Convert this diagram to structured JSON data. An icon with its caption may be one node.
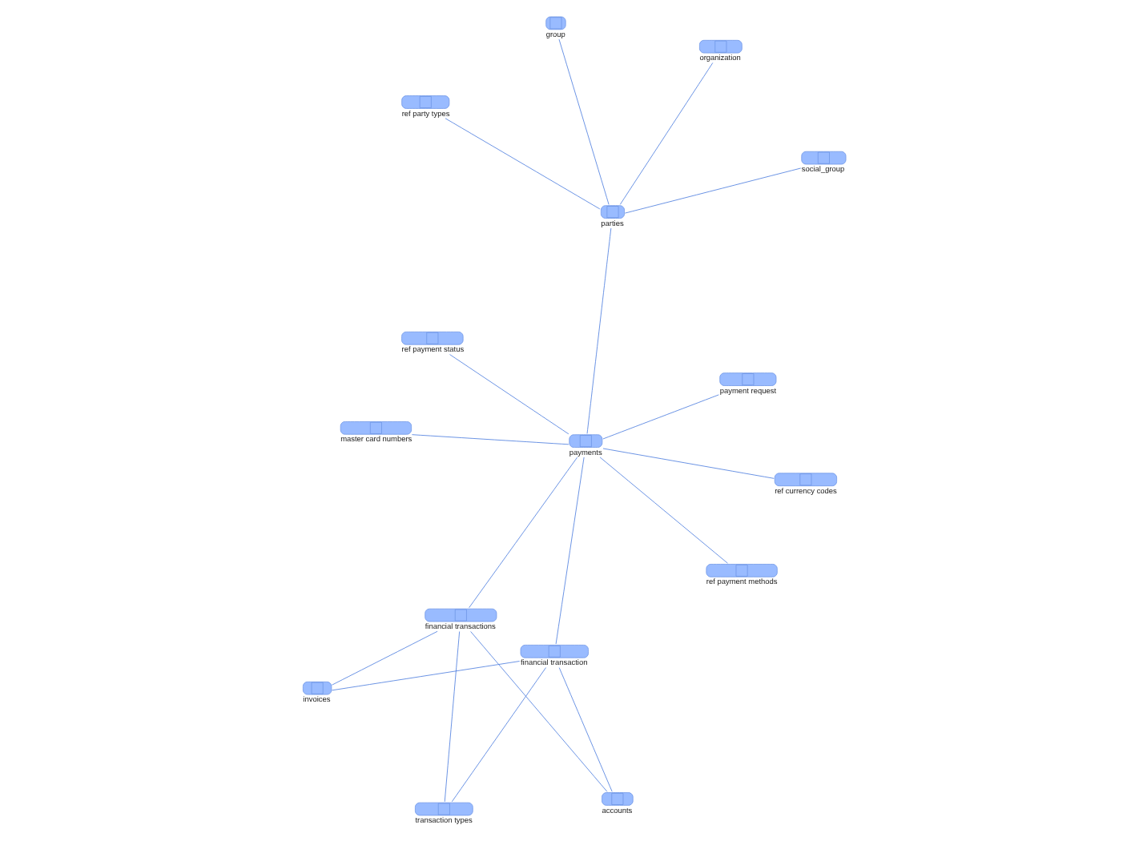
{
  "diagram": {
    "nodes": [
      {
        "text": [
          "master card numbers"
        ]
      },
      {
        "text": [
          "payment request"
        ]
      },
      {
        "text": [
          "invoices"
        ]
      },
      {
        "text": [
          "ref payment status"
        ]
      },
      {
        "text": [
          "accounts"
        ]
      },
      {
        "text": [
          "financial transactions"
        ]
      },
      {
        "text": [
          "payments"
        ]
      },
      {
        "text": [
          "ref currency codes"
        ]
      },
      {
        "text": [
          "financial transaction"
        ]
      },
      {
        "text": [
          "transaction types"
        ]
      },
      {
        "text": [
          "ref payment methods"
        ]
      },
      {
        "text": [
          "parties"
        ]
      },
      {
        "text": [
          "social_group"
        ]
      },
      {
        "text": [
          "group"
        ]
      },
      {
        "text": [
          "ref party types"
        ]
      },
      {
        "text": [
          "organization"
        ]
      }
    ],
    "edges": [
      {
        "from": 2,
        "to": 5,
        "arrow": "none"
      },
      {
        "from": 2,
        "to": 8,
        "arrow": "none"
      },
      {
        "from": 4,
        "to": 5,
        "arrow": "none"
      },
      {
        "from": 4,
        "to": 8,
        "arrow": "none"
      },
      {
        "from": 9,
        "to": 5,
        "arrow": "none"
      },
      {
        "from": 9,
        "to": 8,
        "arrow": "none"
      },
      {
        "from": 5,
        "to": 6,
        "arrow": "none"
      },
      {
        "from": 8,
        "to": 6,
        "arrow": "none"
      },
      {
        "from": 1,
        "to": 6,
        "arrow": "none"
      },
      {
        "from": 0,
        "to": 6,
        "arrow": "none"
      },
      {
        "from": 3,
        "to": 6,
        "arrow": "none"
      },
      {
        "from": 7,
        "to": 6,
        "arrow": "none"
      },
      {
        "from": 10,
        "to": 6,
        "arrow": "none"
      },
      {
        "from": 6,
        "to": 11,
        "arrow": "none"
      },
      {
        "from": 11,
        "to": 12,
        "arrow": "none"
      },
      {
        "from": 11,
        "to": 13,
        "arrow": "none"
      },
      {
        "from": 11,
        "to": 14,
        "arrow": "none"
      },
      {
        "from": 11,
        "to": 15,
        "arrow": "none"
      }
    ]
  }
}
